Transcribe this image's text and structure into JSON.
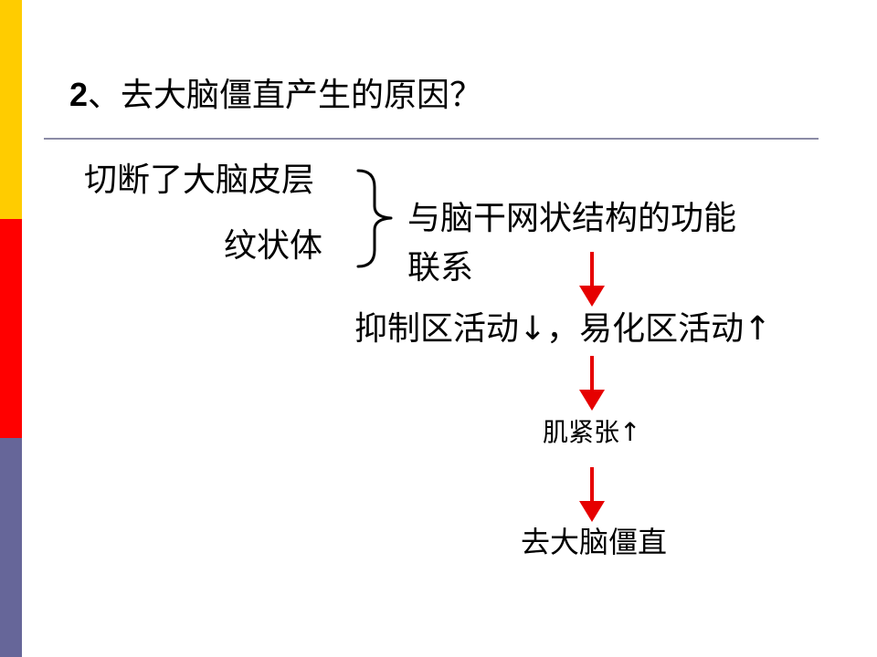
{
  "slide": {
    "title_number": "2",
    "title_text": "、去大脑僵直产生的原因？"
  },
  "diagram": {
    "cause_1": "切断了大脑皮层",
    "cause_2": "纹状体",
    "connection_line1": "与脑干网状结构的功能",
    "connection_line2": "联系",
    "activity_change": "抑制区活动↓，易化区活动↑",
    "muscle_tension": "肌紧张↑",
    "result": "去大脑僵直"
  },
  "colors": {
    "bar_top": "#ffcc00",
    "bar_middle": "#ff0000",
    "bar_bottom": "#666699",
    "arrow": "#e60000"
  }
}
